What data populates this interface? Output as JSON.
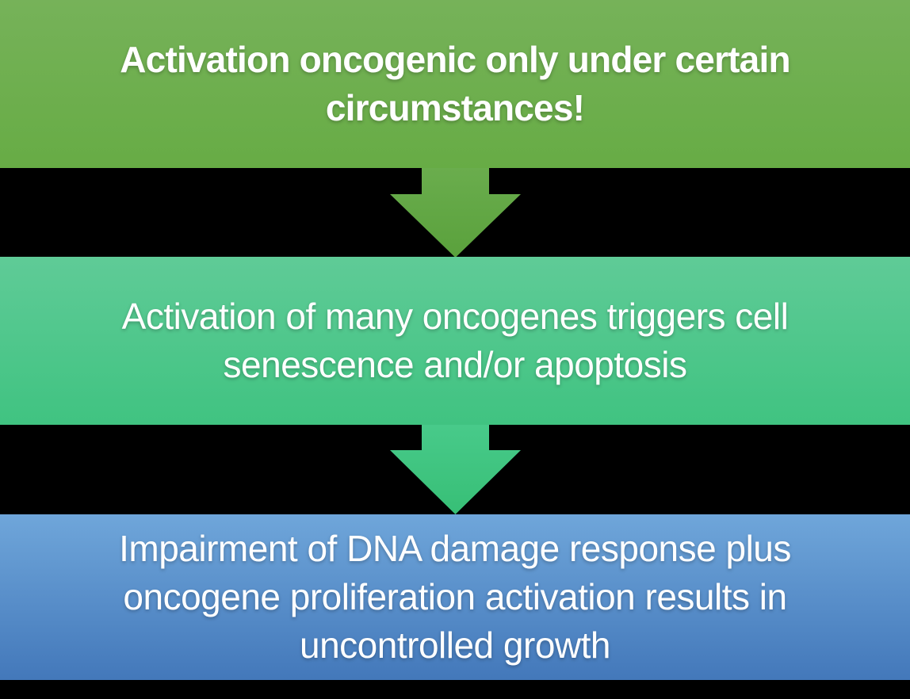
{
  "diagram": {
    "background_color": "#000000",
    "text_color": "#ffffff",
    "boxes": [
      {
        "name": "oncogenic-activation-conditional",
        "lines": [
          "Activation oncogenic only under certain",
          "circumstances!"
        ],
        "full_text": "Activation oncogenic only under certain circumstances!",
        "bold": true,
        "gradient_top": "#76b259",
        "gradient_bottom": "#67ac45"
      },
      {
        "name": "oncogene-senescence-apoptosis",
        "lines": [
          "Activation of many oncogenes triggers cell",
          "senescence and/or apoptosis"
        ],
        "full_text": "Activation of many oncogenes triggers cell senescence and/or apoptosis",
        "bold": false,
        "gradient_top": "#5fcb97",
        "gradient_bottom": "#40c381"
      },
      {
        "name": "ddr-impairment-uncontrolled-growth",
        "lines": [
          "Impairment of DNA damage response plus",
          "oncogene proliferation activation results in",
          "uncontrolled growth"
        ],
        "full_text": "Impairment of DNA damage response plus oncogene proliferation activation results in uncontrolled growth",
        "bold": false,
        "gradient_top": "#6fa6da",
        "gradient_bottom": "#4378ba"
      }
    ],
    "arrows": [
      {
        "name": "arrow-box1-to-box2",
        "direction": "down",
        "color_top": "#6aad4d",
        "color_bottom": "#5aa13c"
      },
      {
        "name": "arrow-box2-to-box3",
        "direction": "down",
        "color_top": "#48ca8a",
        "color_bottom": "#37bf76"
      }
    ]
  }
}
